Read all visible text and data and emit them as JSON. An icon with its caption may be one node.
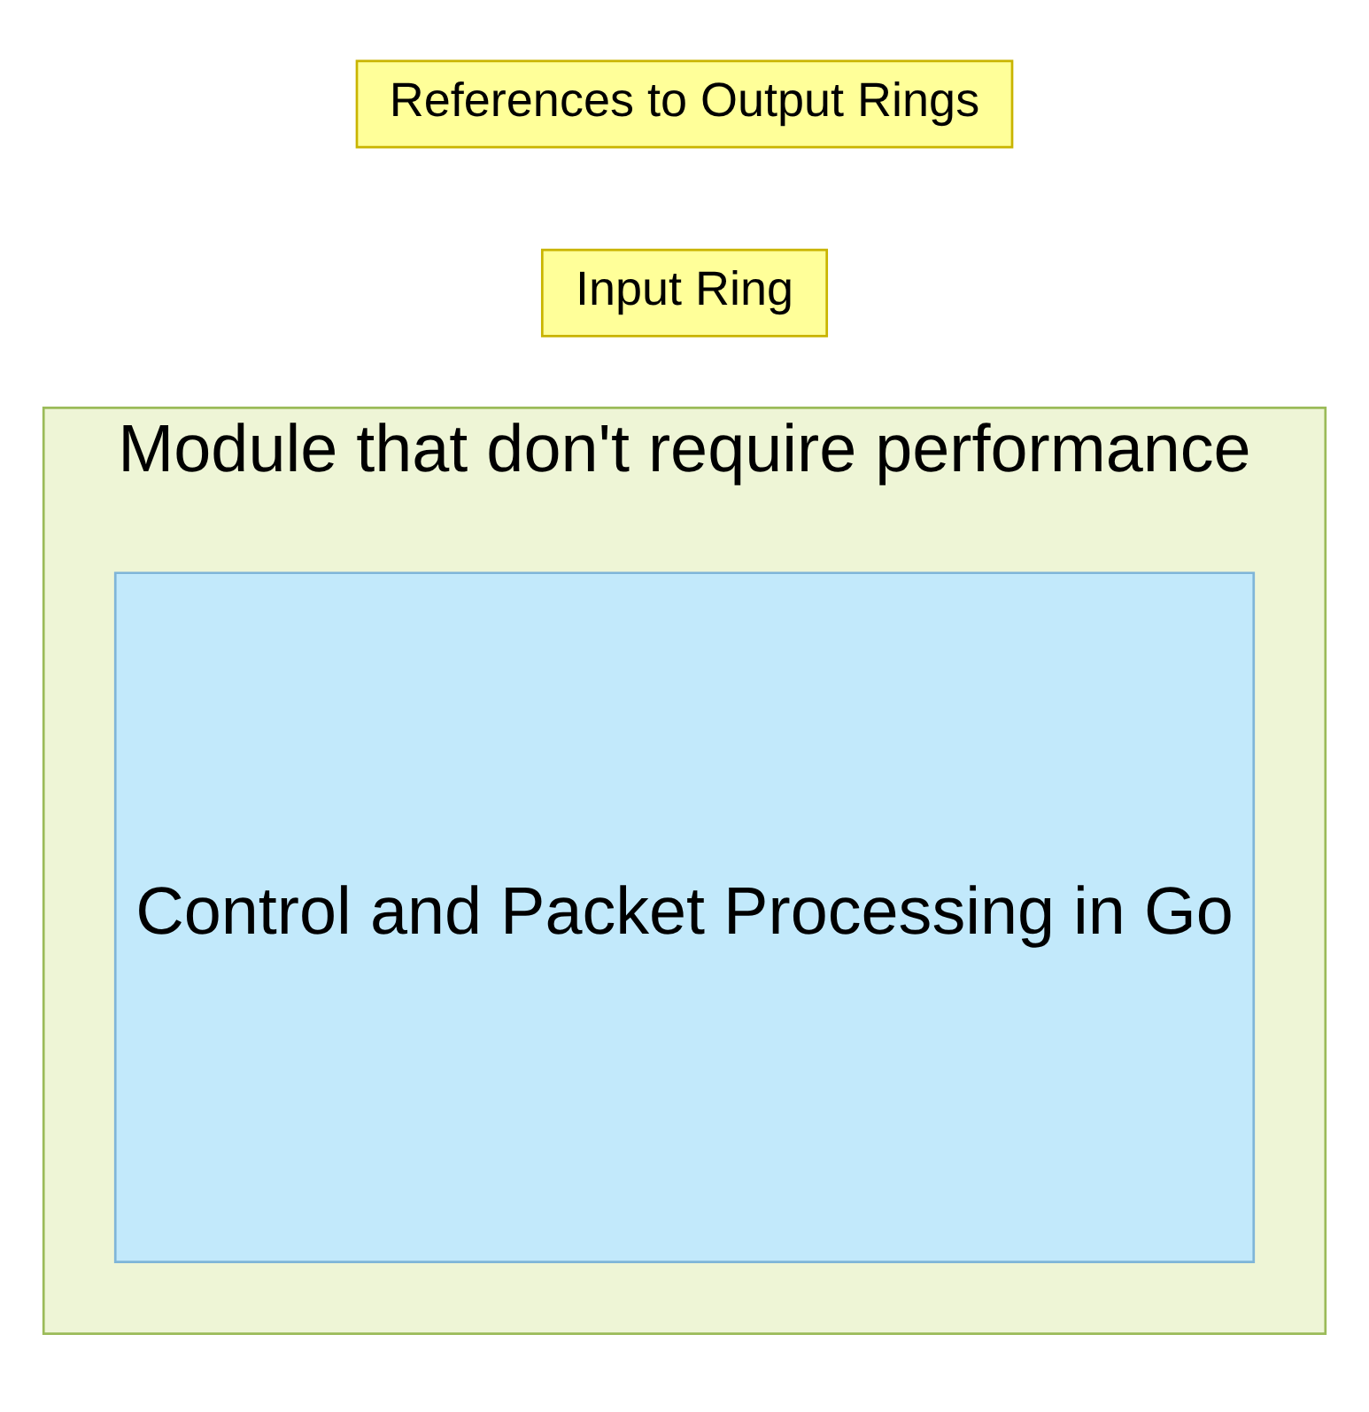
{
  "diagram": {
    "nodes": [
      {
        "text": [
          "Module that don't require performance"
        ]
      },
      {
        "text": [
          "Control and Packet Processing in Go"
        ],
        "in": 0
      },
      {
        "text": [
          "Input Ring"
        ]
      },
      {
        "text": [
          "References to Output Rings"
        ]
      }
    ]
  }
}
